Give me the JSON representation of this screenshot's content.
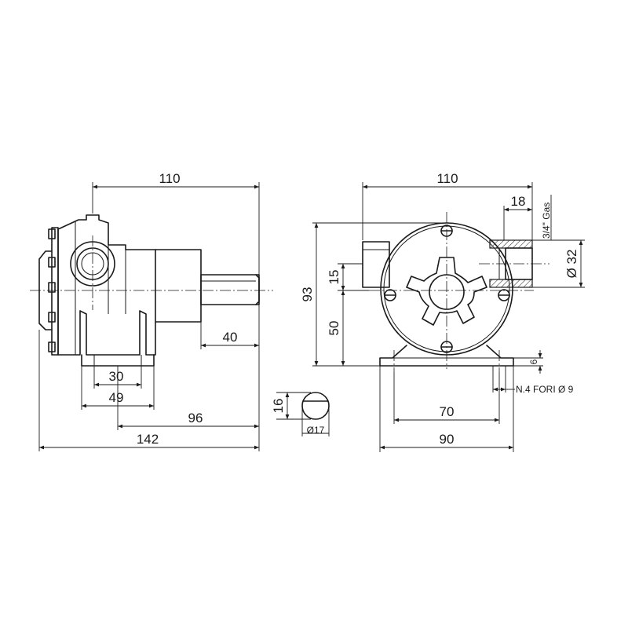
{
  "drawing": {
    "side_view": {
      "overall_length": "110",
      "shaft_length": "40",
      "foot_inner": "30",
      "foot_outer": "49",
      "shaft_to_end": "96",
      "total_length": "142"
    },
    "front_view": {
      "width": "110",
      "port_length": "18",
      "port_thread": "3/4\" Gas",
      "port_diameter": "Ø 32",
      "height": "93",
      "port_offset": "15",
      "shaft_height": "50",
      "base_thickness": "6",
      "holes_note": "N.4 FORI Ø 9",
      "hole_spacing": "70",
      "base_width": "90"
    },
    "shaft_section": {
      "key_height": "16",
      "shaft_diameter": "Ø17"
    }
  }
}
